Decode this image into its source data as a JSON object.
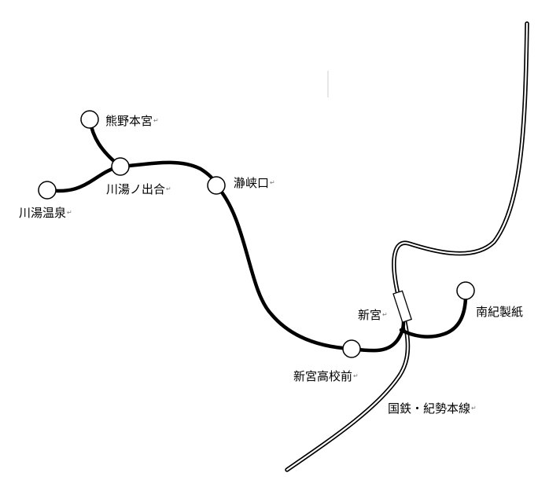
{
  "stations": [
    {
      "id": "kumano-hongu",
      "name": "熊野本宮"
    },
    {
      "id": "kawayu-onsen",
      "name": "川湯温泉"
    },
    {
      "id": "kawayu-no-deai",
      "name": "川湯ノ出合"
    },
    {
      "id": "tokyo-guchi",
      "name": "瀞峡口"
    },
    {
      "id": "shingu-koko-mae",
      "name": "新宮高校前"
    },
    {
      "id": "shingu",
      "name": "新宮"
    },
    {
      "id": "nanki-seishi",
      "name": "南紀製紙"
    }
  ],
  "connecting_line": {
    "name": "国鉄・紀勢本線"
  },
  "paragraph_mark": "↵",
  "colors": {
    "route": "#000000",
    "station_fill": "#ffffff",
    "background": "#ffffff"
  }
}
